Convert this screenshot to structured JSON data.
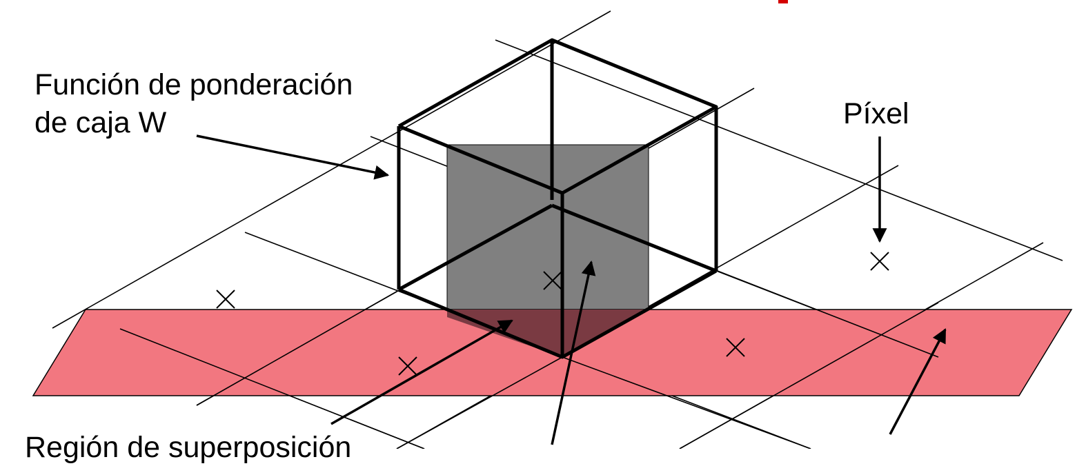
{
  "labels": {
    "weighting_function_line1": "Función de ponderación",
    "weighting_function_line2": "de caja W",
    "pixel": "Píxel",
    "overlap_region": "Región de superposición"
  },
  "colors": {
    "plane_fill": "#f27780",
    "box_shade": "#808080",
    "overlap_shade": "#7a3a42",
    "title_accent": "#d40000",
    "line": "#000000"
  },
  "icons": [
    "pixel-center-cross-icon",
    "arrow-icon"
  ]
}
